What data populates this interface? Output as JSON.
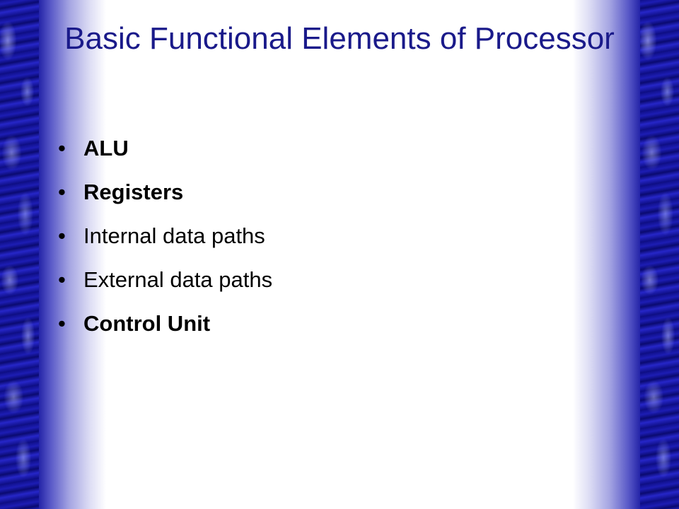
{
  "slide": {
    "title": "Basic Functional Elements of Processor",
    "bullets": [
      {
        "text": "ALU",
        "bold": true
      },
      {
        "text": "Registers",
        "bold": true
      },
      {
        "text": "Internal data paths",
        "bold": false
      },
      {
        "text": "External data paths",
        "bold": false
      },
      {
        "text": "Control Unit",
        "bold": true
      }
    ],
    "bullet_symbol": "•",
    "colors": {
      "title": "#1a1a8a",
      "border": "#12129a",
      "text": "#000000"
    }
  }
}
